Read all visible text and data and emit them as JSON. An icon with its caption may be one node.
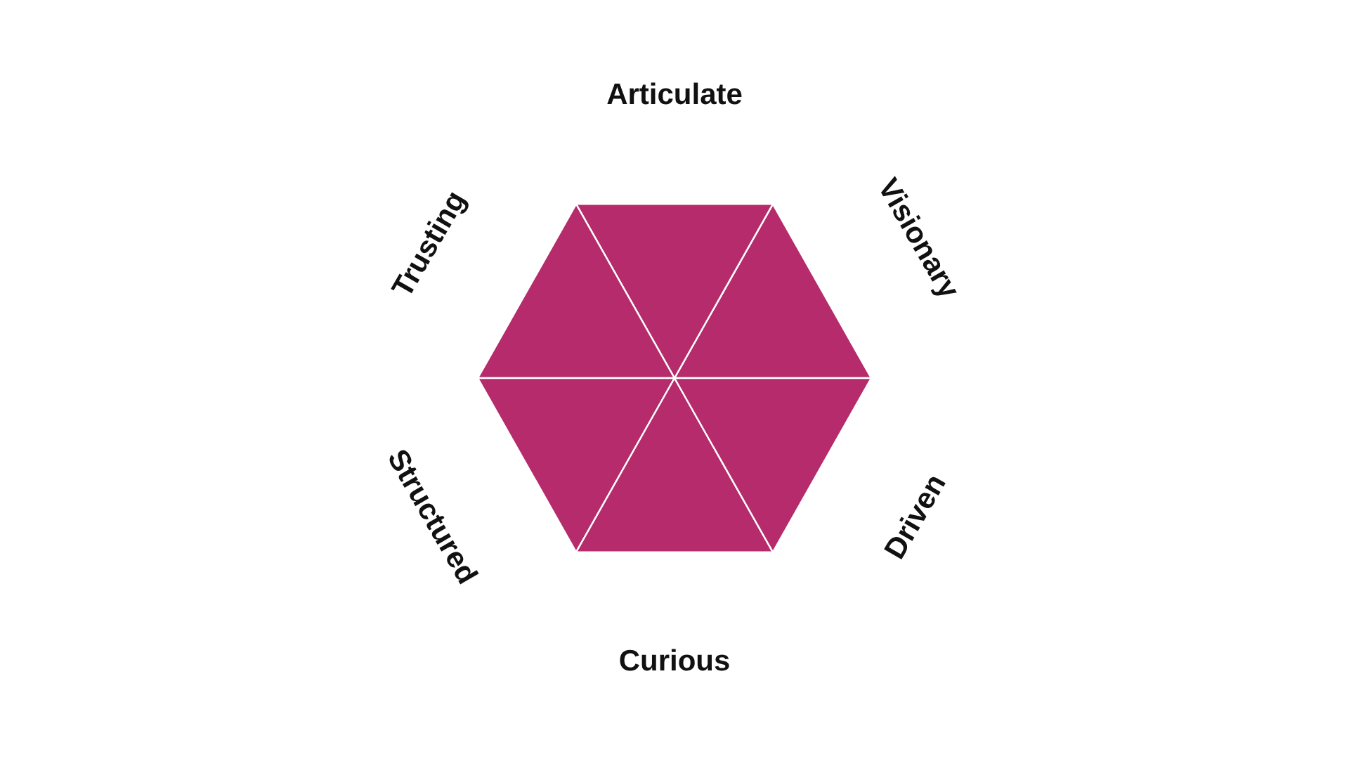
{
  "diagram": {
    "labels": [
      "Articulate",
      "Trusting",
      "Visionary",
      "Structured",
      "Driven",
      "Curious"
    ]
  }
}
